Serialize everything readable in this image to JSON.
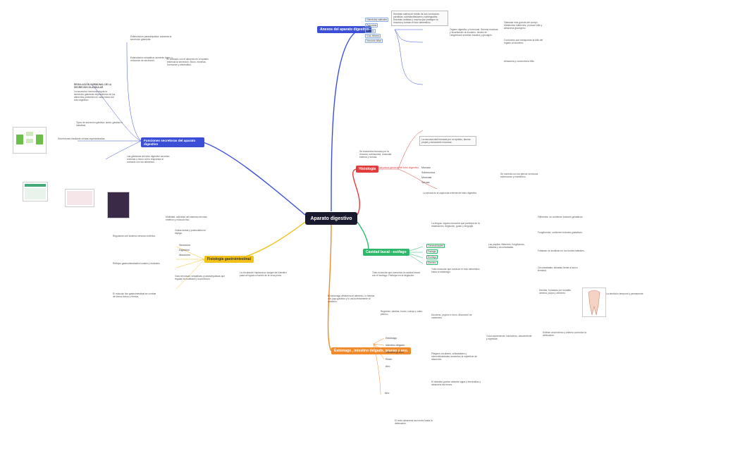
{
  "center": {
    "label": "Aparato digestivo"
  },
  "branches": {
    "anexos": "Anexos del aparato digestivo",
    "funciones": "Funciones secretoras del aparato digestivo",
    "histologia": "Histología",
    "fisiologia": "Fisiología gastrointestinal",
    "cavidad": "Cavidad bucal - esófago",
    "estomago": "Estómago , intestino delgado, grueso y ano."
  },
  "anexos_sub": [
    "Glándulas salivales",
    "Páncreas",
    "Hígado",
    "Vías biliares",
    "Vesícula biliar"
  ],
  "anexos_notes": {
    "salivales": "Secretan saliva por medio de sus conductos: parótidas, submandibulares y sublinguales. Secretan amilasa y mucina que protegen la mucosa y forman el bolo alimenticio.",
    "pancreas": "Órgano digestivo y hormonal. Secreta enzimas y bicarbonato al duodeno. Islotes de Langerhans secretan insulina y glucagón.",
    "higado": "Glándula más grande del cuerpo. Metaboliza nutrientes, produce bilis y almacena glucógeno.",
    "vias": "Conductos que transportan la bilis del hígado al duodeno.",
    "vesicula": "Almacena y concentra la bilis."
  },
  "funciones_notes": {
    "estimulacion": "Estimulación parasimpática: aumenta la secreción glandular.",
    "mecanismos": "Estimulación simpática: aumento ligero o reducción de secreción.",
    "regulacion": "REGULACIÓN HORMONAL DE LA SECRECIÓN GLANDULAR",
    "secrecion_glandular": "La secreción hormonal regula la secreción glandular dependiendo de los alimentos presentes en cada tramo del tubo digestivo.",
    "contacto": "El contacto con el alimento en el epitelio estimula la secreción. Moco, enzimas, hormonas y electrolitos.",
    "tipos": "Tipos de secreción gástrica: ácida, gástrica e intestinal.",
    "secreciones": "Secreciones mediante células especializadas.",
    "descripcion": "Las glándulas del tubo digestivo secretan enzimas y moco como respuesta al contacto con los alimentos."
  },
  "histologia_notes": {
    "intro": "Se encuentra formado por la mucosa, submucosa, muscular externa y serosa.",
    "central": "Estructura general del tubo digestivo",
    "capas": "La mucosa está formada por un epitelio, lámina propia y muscularis mucosae.",
    "mucosa": "Mucosa",
    "submucosa": "Submucosa",
    "muscular": "Muscular",
    "serosa": "Serosa",
    "plexo": "Se conecta con los plexos nerviosos submucoso y mientérico.",
    "serosa_desc": "La serosa es la capa más externa del tubo digestivo."
  },
  "fisiologia_notes": {
    "motilidad": "Motilidad: actividad del sistema nervioso entérico y músculo liso.",
    "ondas": "Ondas lentas y potenciales en espiga.",
    "secrecion": "Secreción",
    "digestion": "Digestión",
    "absorcion": "Absorción",
    "regulacion": "Regulación del sistema nervioso entérico.",
    "reflejos": "Reflejos gastrointestinales locales y centrales.",
    "musculo": "El músculo liso gastrointestinal se contrae de forma tónica y rítmica.",
    "vias": "Vías nerviosas: simpáticas y parasimpáticas que regulan la motilidad y la secreción.",
    "irrigacion": "La circulación esplácnica: sangre del intestino pasa al hígado a través de la vena porta."
  },
  "cavidad_sub": [
    "Generalidades",
    "Faringe",
    "Esófago",
    "Dientes"
  ],
  "cavidad_notes": {
    "lengua": "La lengua: órgano muscular que participa en la masticación, deglución, gusto y lenguaje.",
    "faringe": "Tubo muscular que comunica la cavidad bucal con el esófago. Participa en la deglución.",
    "esofago": "Tubo muscular que conduce el bolo alimenticio hacia el estómago.",
    "papilas": "Las papilas: filiformes, fungiformes, foliadas y circunvaladas.",
    "filiformes": "Filiformes: no contienen botones gustativos.",
    "fungiformes": "Fungiformes: contienen botones gustativos.",
    "foliadas": "Foliadas: se localizan en los bordes laterales.",
    "circunvaladas": "Circunvaladas: situadas frente al surco terminal.",
    "dientes": "Dientes: formados por esmalte, dentina, pulpa y cemento.",
    "denticion": "La dentición temporal y permanente."
  },
  "estomago_sub": [
    "Estómago",
    "Intestino delgado",
    "Intestino grueso",
    "Recto",
    "Ano"
  ],
  "estomago_notes": {
    "estomago": "El estómago almacena el alimento, lo mezcla con jugo gástrico y lo vacía lentamente al duodeno.",
    "capas": "Regiones: cardias, fondo, cuerpo y antro pilórico.",
    "duodeno": "Duodeno, yeyuno e íleon. Absorción de nutrientes.",
    "vellosidades": "Pliegues circulares, vellosidades y microvellosidades aumentan la superficie de absorción.",
    "grueso": "El intestino grueso absorbe agua y electrolitos y almacena las heces.",
    "recto": "El recto almacena las heces hasta la defecación.",
    "ano": "Ano",
    "esfinteres": "Esfínter anal interno y externo controlan la defecación.",
    "colon": "Colon ascendente, transverso, descendente y sigmoide."
  },
  "colors": {
    "anexos": "#3b4fd6",
    "funciones": "#3b4fd6",
    "histologia": "#e23b3b",
    "fisiologia": "#f2c21b",
    "cavidad": "#2eb86a",
    "estomago": "#f08a2b",
    "center": "#1a1a2e"
  }
}
